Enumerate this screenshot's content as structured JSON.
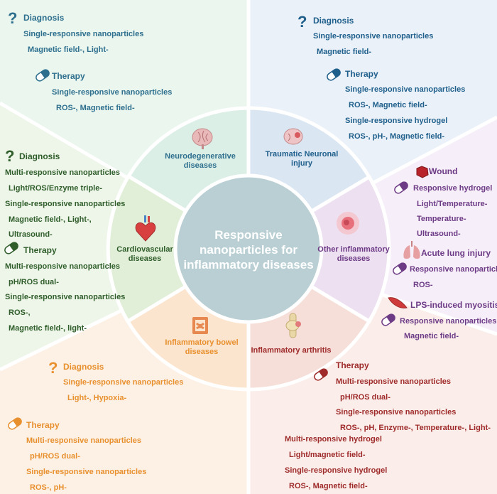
{
  "center": {
    "title": "Responsive nanoparticles for inflammatory diseases"
  },
  "segments": {
    "neurodegenerative": "Neurodegenerative diseases",
    "traumatic": "Traumatic Neuronal injury",
    "other": "Other inflammatory diseases",
    "arthritis": "Inflammatory arthritis",
    "bowel": "Inflammatory bowel diseases",
    "cardio": "Cardiovascular diseases"
  },
  "neuro": {
    "diagnosis": {
      "heading": "Diagnosis",
      "lines": [
        "Single-responsive nanoparticles",
        "Magnetic field-, Light-"
      ]
    },
    "therapy": {
      "heading": "Therapy",
      "lines": [
        "Single-responsive nanoparticles",
        "ROS-, Magnetic field-"
      ]
    }
  },
  "trauma": {
    "diagnosis": {
      "heading": "Diagnosis",
      "lines": [
        "Single-responsive nanoparticles",
        "Magnetic field-"
      ]
    },
    "therapy": {
      "heading": "Therapy",
      "lines": [
        "Single-responsive nanoparticles",
        "ROS-, Magnetic field-",
        "Single-responsive hydrogel",
        "ROS-, pH-, Magnetic field-"
      ]
    }
  },
  "cardio": {
    "diagnosis": {
      "heading": "Diagnosis",
      "lines": [
        "Multi-responsive nanoparticles",
        "Light/ROS/Enzyme triple-",
        "Single-responsive nanoparticles",
        "Magnetic field-, Light-,",
        "Ultrasound-"
      ]
    },
    "therapy": {
      "heading": "Therapy",
      "lines": [
        "Multi-responsive nanoparticles",
        "pH/ROS dual-",
        "Single-responsive nanoparticles",
        "ROS-,",
        "Magnetic field-, light-"
      ]
    }
  },
  "other": {
    "wound": {
      "heading": "Wound",
      "lines": [
        "Responsive hydrogel",
        "Light/Temperature-",
        "Temperature-",
        "Ultrasound-"
      ]
    },
    "lung": {
      "heading": "Acute lung injury",
      "lines": [
        "Responsive nanoparticles",
        "ROS-"
      ]
    },
    "myositis": {
      "heading": "LPS-induced myositis",
      "lines": [
        "Responsive nanoparticles",
        "Magnetic field-"
      ]
    }
  },
  "bowel": {
    "diagnosis": {
      "heading": "Diagnosis",
      "lines": [
        "Single-responsive nanoparticles",
        "Light-, Hypoxia-"
      ]
    },
    "therapy": {
      "heading": "Therapy",
      "lines": [
        "Multi-responsive nanoparticles",
        "pH/ROS dual-",
        "Single-responsive nanoparticles",
        "ROS-, pH-"
      ]
    }
  },
  "arthritis": {
    "therapy": {
      "heading": "Therapy",
      "lines": [
        "Multi-responsive nanoparticles",
        "pH/ROS dual-",
        "Single-responsive nanoparticles",
        "ROS-, pH, Enzyme-, Temperature-, Light-",
        "Multi-responsive hydrogel",
        "Light/magnetic field-",
        "Single-responsive hydrogel",
        "ROS-, Magnetic field-"
      ]
    }
  },
  "colors": {
    "neuro": "#2e6f8e",
    "trauma": "#1f5f8b",
    "cardio": "#2f5d2a",
    "bowel": "#e8902e",
    "arthritis": "#9e2a2a",
    "other": "#6d3b86",
    "center": "#b9cfd3"
  }
}
